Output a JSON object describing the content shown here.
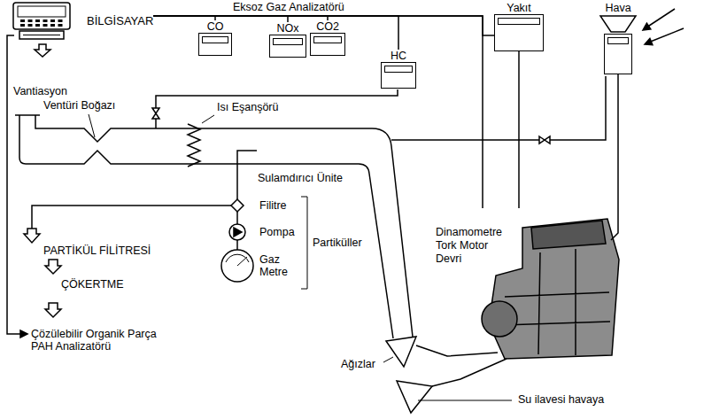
{
  "diagram": {
    "nodes": [
      {
        "text": [
          "BİLGİSAYAR"
        ]
      },
      {
        "text": [
          "CO"
        ]
      },
      {
        "text": [
          "NOx"
        ]
      },
      {
        "text": [
          "CO2"
        ]
      },
      {
        "text": [
          "HC"
        ]
      },
      {
        "text": [
          "Yakıt"
        ]
      },
      {
        "text": [
          "Hava"
        ]
      },
      {
        "text": [
          "Dinamometre Tork Motor Devri"
        ]
      }
    ],
    "edges": [
      {
        "from": 1,
        "to": 0,
        "arrow": "none"
      },
      {
        "from": 2,
        "to": 0,
        "arrow": "none"
      },
      {
        "from": 3,
        "to": 0,
        "arrow": "none"
      },
      {
        "from": 4,
        "to": 0,
        "arrow": "none"
      },
      {
        "from": 5,
        "to": 0,
        "arrow": "none"
      },
      {
        "from": 7,
        "to": 0,
        "arrow": "none"
      },
      {
        "from": 5,
        "to": 7,
        "arrow": "none"
      },
      {
        "from": 6,
        "to": 7,
        "arrow": "none"
      }
    ],
    "labels": [
      "Eksoz Gaz Analizatörü",
      "Vantiasyon",
      "Ventüri Boğazı",
      "Isı Eşanşörü",
      "Sulamdırıcı Ünite",
      "Filitre",
      "Pompa",
      "Gaz Metre",
      "Partiküller",
      "PARTİKÜL FİLİTRESİ",
      "ÇÖKERTME",
      "Çözülebilir Organik Parça PAH Analizatörü",
      "Ağızlar",
      "Su ilavesi havaya"
    ]
  }
}
